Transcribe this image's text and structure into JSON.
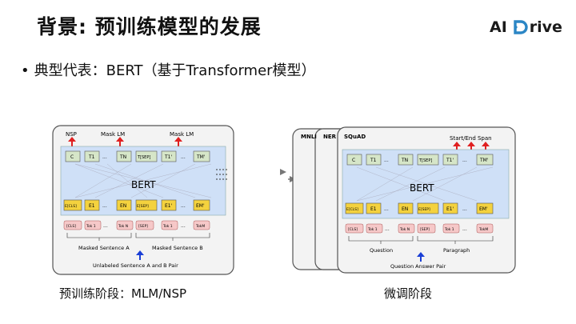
{
  "slide": {
    "title": "背景: 预训练模型的发展",
    "logo_text": "AI",
    "logo_text2": "rive",
    "bullet": "典型代表：BERT（基于Transformer模型）",
    "caption_left": "预训练阶段：MLM/NSP",
    "caption_right": "微调阶段"
  },
  "pretrain": {
    "top_labels": {
      "nsp": "NSP",
      "mask1": "Mask LM",
      "mask2": "Mask LM"
    },
    "model_label": "BERT",
    "out_tokens": [
      "C",
      "T1",
      "...",
      "TN",
      "T[SEP]",
      "T1'",
      "...",
      "TM'"
    ],
    "emb_tokens": [
      "E[CLS]",
      "E1",
      "...",
      "EN",
      "E[SEP]",
      "E1'",
      "...",
      "EM'"
    ],
    "in_tokens": [
      "[CLS]",
      "Tok 1",
      "...",
      "Tok N",
      "[SEP]",
      "Tok 1",
      "...",
      "TokM"
    ],
    "sent_a": "Masked Sentence A",
    "sent_b": "Masked Sentence B",
    "pair": "Unlabeled Sentence A and B Pair"
  },
  "finetune": {
    "tabs": [
      "MNLI",
      "NER",
      "SQuAD"
    ],
    "span_label": "Start/End Span",
    "model_label": "BERT",
    "out_tokens": [
      "C",
      "T1",
      "...",
      "TN",
      "T[SEP]",
      "T1'",
      "...",
      "TM'"
    ],
    "emb_tokens": [
      "E[CLS]",
      "E1",
      "...",
      "EN",
      "E[SEP]",
      "E1'",
      "...",
      "EM'"
    ],
    "in_tokens": [
      "[CLS]",
      "Tok 1",
      "...",
      "Tok N",
      "[SEP]",
      "Tok 1",
      "...",
      "TokM"
    ],
    "question": "Question",
    "paragraph": "Paragraph",
    "pair": "Question Answer Pair"
  },
  "colors": {
    "out_box": "#d6e6c8",
    "emb_box": "#f4d23e",
    "in_box": "#f6c8c8",
    "model_bg": "#cfe0f7",
    "arrow_red": "#e02020",
    "arrow_blue": "#1a3fd6"
  }
}
